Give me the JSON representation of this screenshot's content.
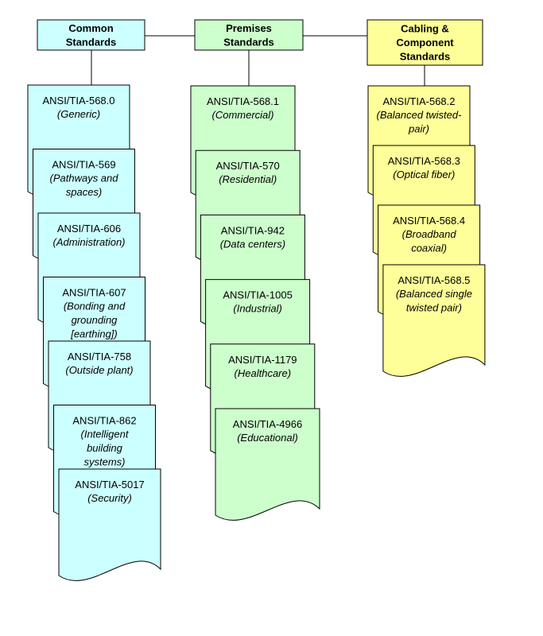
{
  "colors": {
    "common": "#ccffff",
    "premises": "#ccffcc",
    "cabling": "#ffff99",
    "stroke": "#000000"
  },
  "columns": [
    {
      "id": "common",
      "header": [
        "Common",
        "Standards"
      ],
      "docs": [
        {
          "code": "ANSI/TIA-568.0",
          "desc": [
            "(Generic)"
          ]
        },
        {
          "code": "ANSI/TIA-569",
          "desc": [
            "(Pathways and",
            "spaces)"
          ]
        },
        {
          "code": "ANSI/TIA-606",
          "desc": [
            "(Administration)"
          ]
        },
        {
          "code": "ANSI/TIA-607",
          "desc": [
            "(Bonding and",
            "grounding",
            "[earthing])"
          ]
        },
        {
          "code": "ANSI/TIA-758",
          "desc": [
            "(Outside plant)"
          ]
        },
        {
          "code": "ANSI/TIA-862",
          "desc": [
            "(Intelligent",
            "building",
            "systems)"
          ]
        },
        {
          "code": "ANSI/TIA-5017",
          "desc": [
            "(Security)"
          ]
        }
      ]
    },
    {
      "id": "premises",
      "header": [
        "Premises",
        "Standards"
      ],
      "docs": [
        {
          "code": "ANSI/TIA-568.1",
          "desc": [
            "(Commercial)"
          ]
        },
        {
          "code": "ANSI/TIA-570",
          "desc": [
            "(Residential)"
          ]
        },
        {
          "code": "ANSI/TIA-942",
          "desc": [
            "(Data centers)"
          ]
        },
        {
          "code": "ANSI/TIA-1005",
          "desc": [
            "(Industrial)"
          ]
        },
        {
          "code": "ANSI/TIA-1179",
          "desc": [
            "(Healthcare)"
          ]
        },
        {
          "code": "ANSI/TIA-4966",
          "desc": [
            "(Educational)"
          ]
        }
      ]
    },
    {
      "id": "cabling",
      "header": [
        "Cabling &",
        "Component",
        "Standards"
      ],
      "docs": [
        {
          "code": "ANSI/TIA-568.2",
          "desc": [
            "(Balanced twisted-",
            "pair)"
          ]
        },
        {
          "code": "ANSI/TIA-568.3",
          "desc": [
            "(Optical fiber)"
          ]
        },
        {
          "code": "ANSI/TIA-568.4",
          "desc": [
            "(Broadband",
            "coaxial)"
          ]
        },
        {
          "code": "ANSI/TIA-568.5",
          "desc": [
            "(Balanced single",
            "twisted pair)"
          ]
        }
      ]
    }
  ]
}
